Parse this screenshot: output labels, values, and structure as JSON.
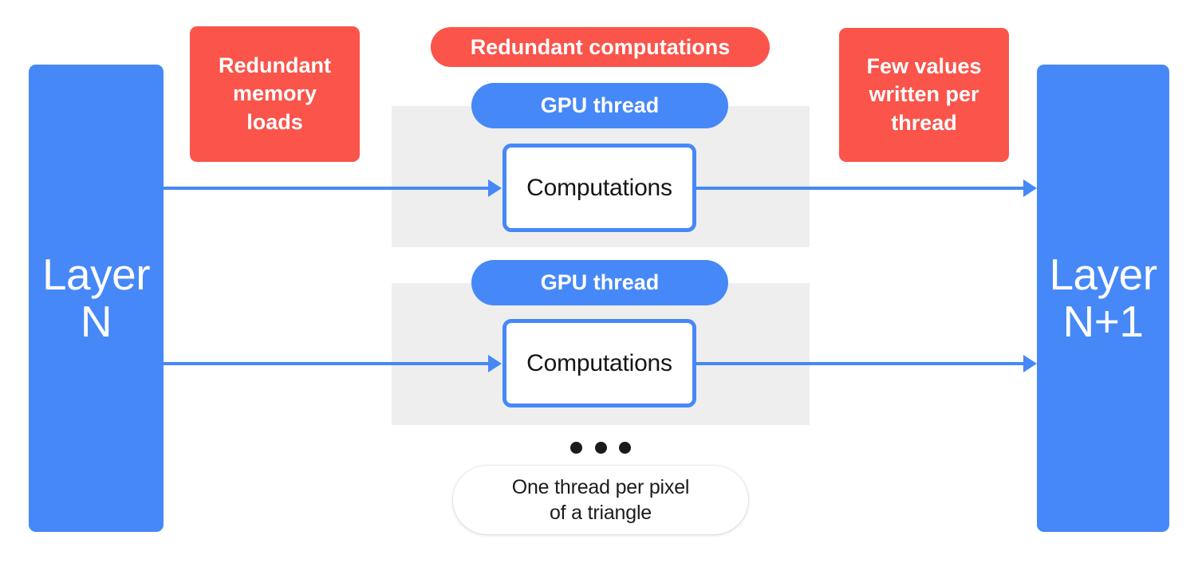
{
  "diagram": {
    "title": "GPU thread redundancy in layer-to-layer computation",
    "colors": {
      "blue": "#4688f7",
      "red": "#fa544b",
      "panel_gray": "#eeeeee",
      "text_dark": "#1b1b1b",
      "white": "#ffffff"
    }
  },
  "layers": {
    "input": {
      "label": "Layer\nN"
    },
    "output": {
      "label": "Layer\nN+1"
    }
  },
  "callouts": {
    "memory_loads": {
      "label": "Redundant\nmemory\nloads"
    },
    "redundant_computations": {
      "label": "Redundant computations"
    },
    "few_values": {
      "label": "Few values\nwritten per\nthread"
    }
  },
  "threads": [
    {
      "pill_label": "GPU thread",
      "box_label": "Computations"
    },
    {
      "pill_label": "GPU thread",
      "box_label": "Computations"
    }
  ],
  "ellipsis": {
    "dot_count": 3
  },
  "note": {
    "label": "One thread per pixel\nof a triangle"
  }
}
